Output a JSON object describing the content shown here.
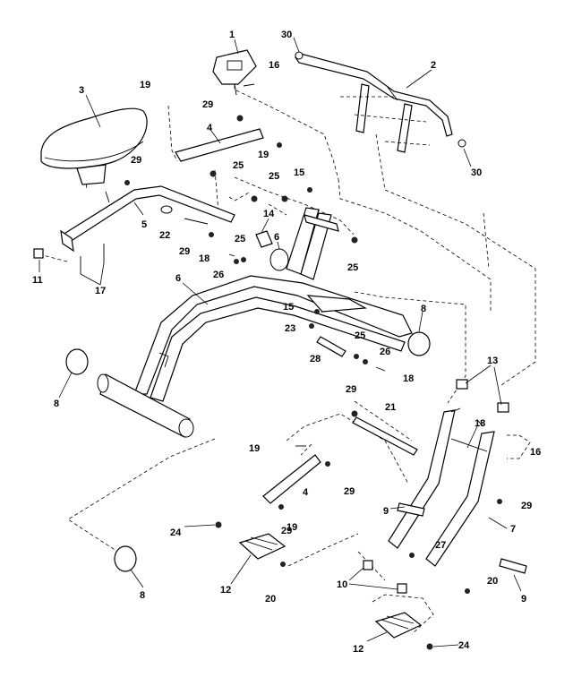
{
  "callouts": [
    {
      "id": "c1",
      "text": "1"
    },
    {
      "id": "c2",
      "text": "2"
    },
    {
      "id": "c3",
      "text": "3"
    },
    {
      "id": "c4a",
      "text": "4"
    },
    {
      "id": "c4b",
      "text": "4"
    },
    {
      "id": "c5",
      "text": "5"
    },
    {
      "id": "c6a",
      "text": "6"
    },
    {
      "id": "c6b",
      "text": "6"
    },
    {
      "id": "c7",
      "text": "7"
    },
    {
      "id": "c8a",
      "text": "8"
    },
    {
      "id": "c8b",
      "text": "8"
    },
    {
      "id": "c8c",
      "text": "8"
    },
    {
      "id": "c9a",
      "text": "9"
    },
    {
      "id": "c9b",
      "text": "9"
    },
    {
      "id": "c10",
      "text": "10"
    },
    {
      "id": "c11",
      "text": "11"
    },
    {
      "id": "c12a",
      "text": "12"
    },
    {
      "id": "c12b",
      "text": "12"
    },
    {
      "id": "c13",
      "text": "13"
    },
    {
      "id": "c14",
      "text": "14"
    },
    {
      "id": "c15a",
      "text": "15"
    },
    {
      "id": "c15b",
      "text": "15"
    },
    {
      "id": "c16a",
      "text": "16"
    },
    {
      "id": "c16b",
      "text": "16"
    },
    {
      "id": "c17",
      "text": "17"
    },
    {
      "id": "c18a",
      "text": "18"
    },
    {
      "id": "c18b",
      "text": "18"
    },
    {
      "id": "c18c",
      "text": "18"
    },
    {
      "id": "c19a",
      "text": "19"
    },
    {
      "id": "c19b",
      "text": "19"
    },
    {
      "id": "c19c",
      "text": "19"
    },
    {
      "id": "c19d",
      "text": "19"
    },
    {
      "id": "c20a",
      "text": "20"
    },
    {
      "id": "c20b",
      "text": "20"
    },
    {
      "id": "c21",
      "text": "21"
    },
    {
      "id": "c22",
      "text": "22"
    },
    {
      "id": "c23",
      "text": "23"
    },
    {
      "id": "c24a",
      "text": "24"
    },
    {
      "id": "c24b",
      "text": "24"
    },
    {
      "id": "c25a",
      "text": "25"
    },
    {
      "id": "c25b",
      "text": "25"
    },
    {
      "id": "c25c",
      "text": "25"
    },
    {
      "id": "c25d",
      "text": "25"
    },
    {
      "id": "c25e",
      "text": "25"
    },
    {
      "id": "c26a",
      "text": "26"
    },
    {
      "id": "c26b",
      "text": "26"
    },
    {
      "id": "c27",
      "text": "27"
    },
    {
      "id": "c28",
      "text": "28"
    },
    {
      "id": "c29a",
      "text": "29"
    },
    {
      "id": "c29b",
      "text": "29"
    },
    {
      "id": "c29c",
      "text": "29"
    },
    {
      "id": "c29d",
      "text": "29"
    },
    {
      "id": "c29e",
      "text": "29"
    },
    {
      "id": "c29f",
      "text": "29"
    },
    {
      "id": "c29g",
      "text": "29"
    },
    {
      "id": "c30a",
      "text": "30"
    },
    {
      "id": "c30b",
      "text": "30"
    }
  ]
}
